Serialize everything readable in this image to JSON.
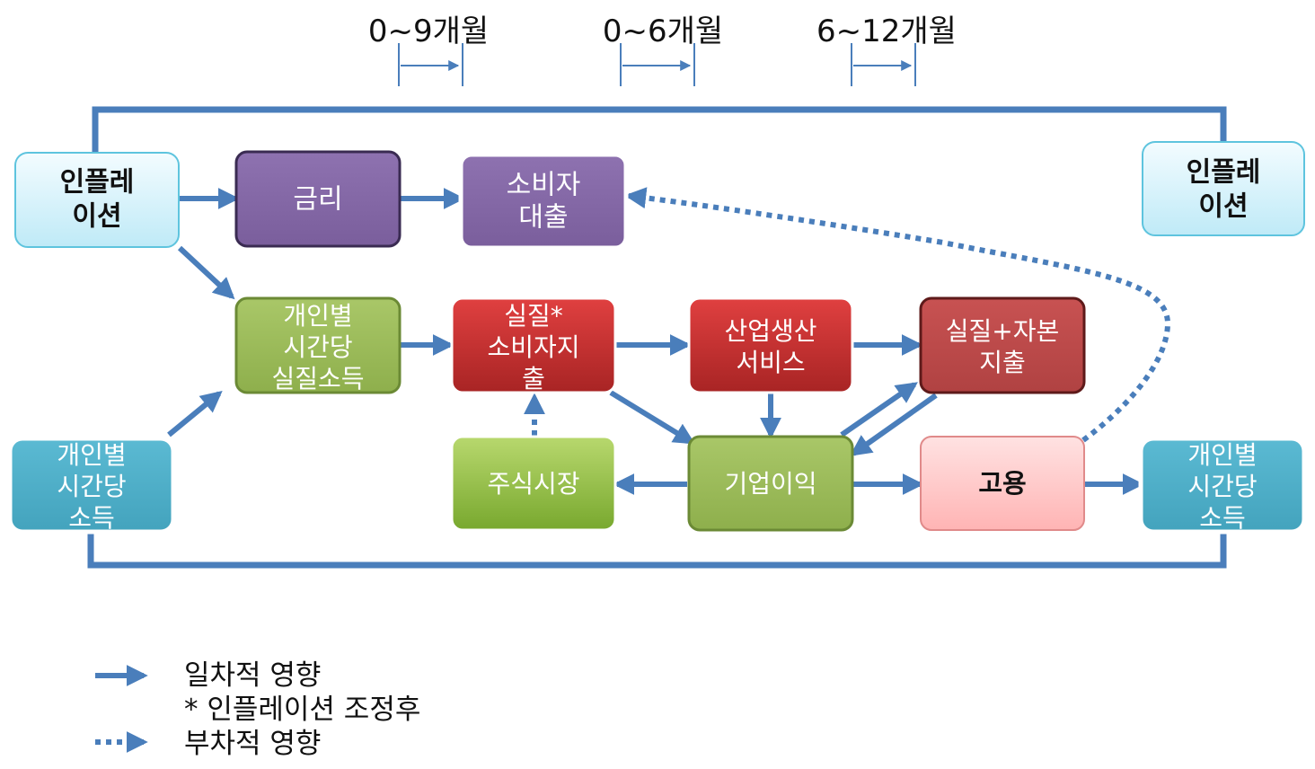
{
  "time_ranges": [
    "0~9개월",
    "0~6개월",
    "6~12개월"
  ],
  "nodes": {
    "inflation_left": [
      "인플레",
      "이션"
    ],
    "interest_rate": [
      "금리"
    ],
    "consumer_loan": [
      "소비자",
      "대출"
    ],
    "inflation_right": [
      "인플레",
      "이션"
    ],
    "real_income": [
      "개인별",
      "시간당",
      "실질소득"
    ],
    "real_consumer_spending": [
      "실질*",
      "소비자지",
      "출"
    ],
    "industrial_production": [
      "산업생산",
      "서비스"
    ],
    "real_capital_spending": [
      "실질+자본",
      "지출"
    ],
    "hourly_income_left": [
      "개인별",
      "시간당",
      "소득"
    ],
    "stock_market": [
      "주식시장"
    ],
    "corporate_profit": [
      "기업이익"
    ],
    "employment": [
      "고용"
    ],
    "hourly_income_right": [
      "개인별",
      "시간당",
      "소득"
    ]
  },
  "legend": {
    "primary": "일차적 영향",
    "note": "* 인플레이션 조정후",
    "secondary": "부차적 영향"
  },
  "colors": {
    "arrow": "#4a7ebb",
    "cyan_box": "#ddf4fb",
    "purple_box": "#8064a2",
    "green_box": "#9bbb59",
    "red_box": "#c0392b",
    "pink_box": "#ffc7c7",
    "teal_box": "#4bacc6"
  }
}
